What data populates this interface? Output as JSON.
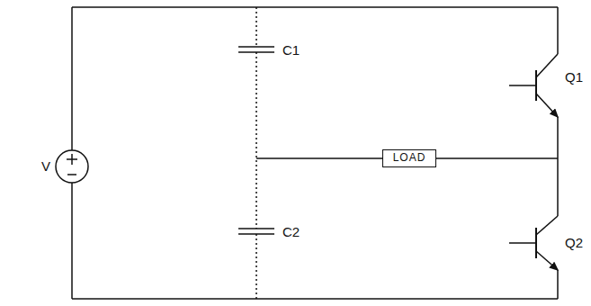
{
  "diagram": {
    "nodes": [
      {
        "text": [
          "LOAD"
        ]
      }
    ],
    "labels": [
      "V",
      "C1",
      "C2",
      "Q1",
      "Q2"
    ]
  }
}
